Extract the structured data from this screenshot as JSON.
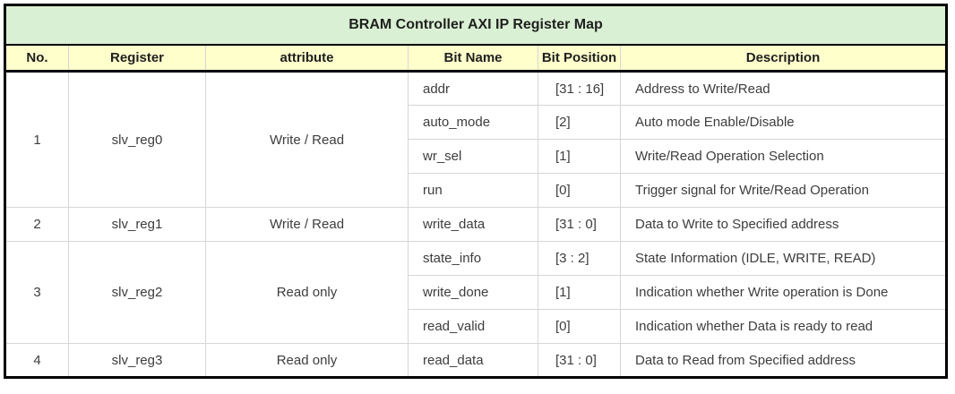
{
  "title": "BRAM Controller AXI IP Register Map",
  "colors": {
    "title_bg": "#daf0d4",
    "header_bg": "#ffffcc",
    "outer_border": "#000000",
    "inner_border": "#d6d6d6",
    "header_text": "#1f1f1f",
    "body_text": "#3d3d3d"
  },
  "columns": {
    "no": "No.",
    "register": "Register",
    "attribute": "attribute",
    "bit_name": "Bit Name",
    "bit_position": "Bit Position",
    "description": "Description"
  },
  "groups": [
    {
      "no": "1",
      "register": "slv_reg0",
      "attribute": "Write / Read",
      "bits": [
        {
          "name": "addr",
          "position": "[31 : 16]",
          "description": "Address to Write/Read"
        },
        {
          "name": "auto_mode",
          "position": "[2]",
          "description": "Auto mode Enable/Disable"
        },
        {
          "name": "wr_sel",
          "position": "[1]",
          "description": "Write/Read Operation Selection"
        },
        {
          "name": "run",
          "position": "[0]",
          "description": "Trigger signal for Write/Read Operation"
        }
      ]
    },
    {
      "no": "2",
      "register": "slv_reg1",
      "attribute": "Write / Read",
      "bits": [
        {
          "name": "write_data",
          "position": "[31 : 0]",
          "description": "Data to Write to Specified address"
        }
      ]
    },
    {
      "no": "3",
      "register": "slv_reg2",
      "attribute": "Read only",
      "bits": [
        {
          "name": "state_info",
          "position": "[3 : 2]",
          "description": "State Information (IDLE, WRITE, READ)"
        },
        {
          "name": "write_done",
          "position": "[1]",
          "description": "Indication whether Write operation is Done"
        },
        {
          "name": "read_valid",
          "position": "[0]",
          "description": "Indication whether Data is ready to read"
        }
      ]
    },
    {
      "no": "4",
      "register": "slv_reg3",
      "attribute": "Read only",
      "bits": [
        {
          "name": "read_data",
          "position": "[31 : 0]",
          "description": "Data to Read from Specified address"
        }
      ]
    }
  ]
}
